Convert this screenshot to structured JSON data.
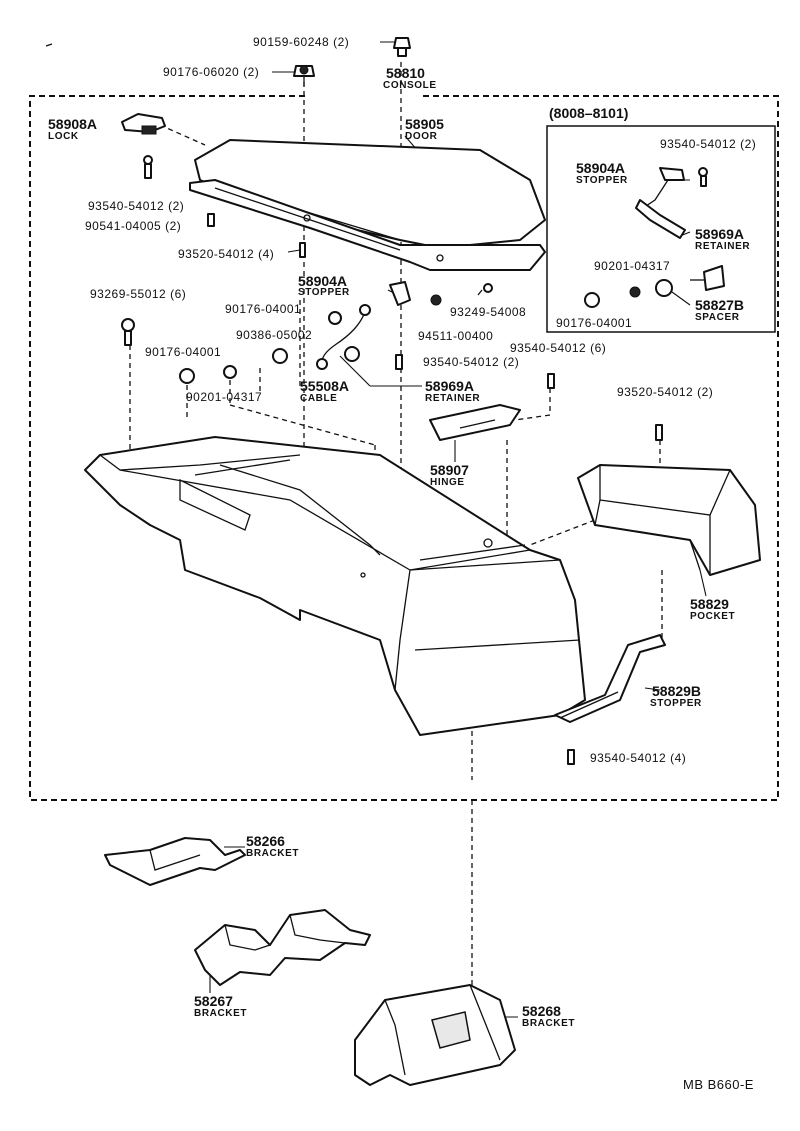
{
  "diagram": {
    "inset_title": "(8008–8101)",
    "footer_code": "MB  B660-E",
    "parts": [
      {
        "number": "90159-60248 (2)"
      },
      {
        "number": "90176-06020 (2)"
      },
      {
        "number": "58810",
        "name": "CONSOLE"
      },
      {
        "number": "58908A",
        "name": "LOCK"
      },
      {
        "number": "58905",
        "name": "DOOR"
      },
      {
        "number": "93540-54012 (2)"
      },
      {
        "number": "90541-04005 (2)"
      },
      {
        "number": "93520-54012 (4)"
      },
      {
        "number": "58904A",
        "name": "STOPPER"
      },
      {
        "number": "90176-04001"
      },
      {
        "number": "93249-54008"
      },
      {
        "number": "93269-55012 (6)"
      },
      {
        "number": "90386-05002"
      },
      {
        "number": "94511-00400"
      },
      {
        "number": "90176-04001"
      },
      {
        "number": "93540-54012 (2)"
      },
      {
        "number": "93540-54012 (6)"
      },
      {
        "number": "90201-04317"
      },
      {
        "number": "55508A",
        "name": "CABLE"
      },
      {
        "number": "58969A",
        "name": "RETAINER"
      },
      {
        "number": "58907",
        "name": "HINGE"
      },
      {
        "number": "93520-54012 (2)"
      },
      {
        "number": "58829",
        "name": "POCKET"
      },
      {
        "number": "58829B",
        "name": "STOPPER"
      },
      {
        "number": "93540-54012 (4)"
      },
      {
        "number": "58266",
        "name": "BRACKET"
      },
      {
        "number": "58267",
        "name": "BRACKET"
      },
      {
        "number": "58268",
        "name": "BRACKET"
      }
    ],
    "inset_parts": [
      {
        "number": "93540-54012 (2)"
      },
      {
        "number": "58904A",
        "name": "STOPPER"
      },
      {
        "number": "58969A",
        "name": "RETAINER"
      },
      {
        "number": "90201-04317"
      },
      {
        "number": "58827B",
        "name": "SPACER"
      },
      {
        "number": "90176-04001"
      }
    ]
  }
}
